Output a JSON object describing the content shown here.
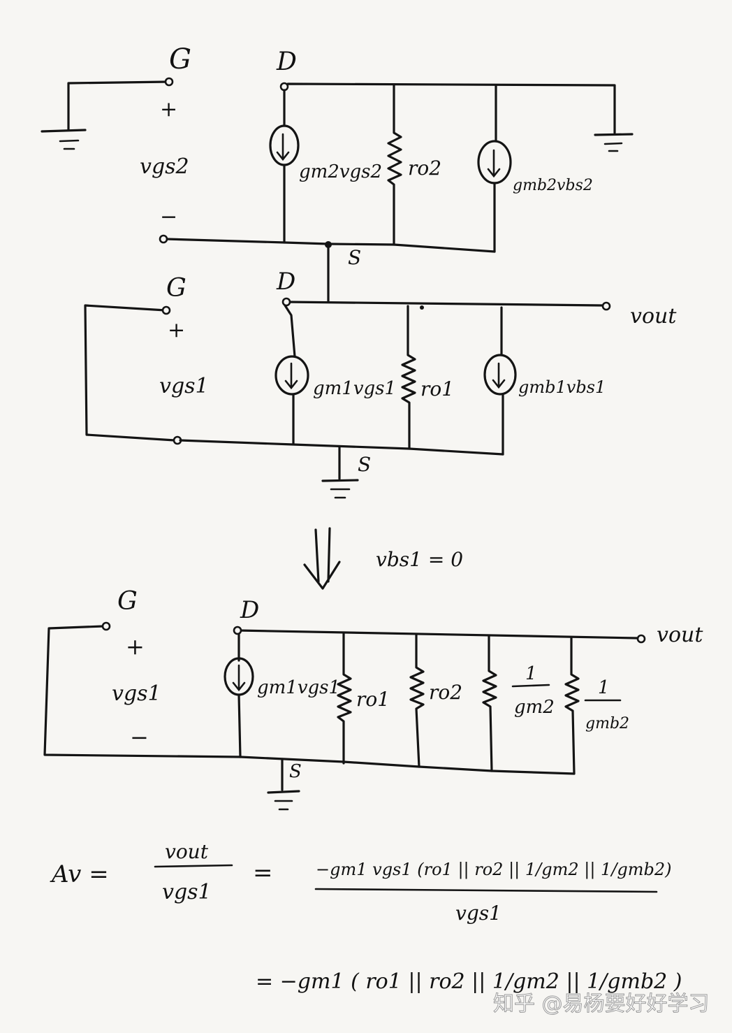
{
  "stage1_upper": {
    "gate": "G",
    "drain": "D",
    "source": "S",
    "plus": "+",
    "minus": "−",
    "vgs_label": "vgs2",
    "gm_label": "gm2vgs2",
    "ro_label": "ro2",
    "gmb_label": "gmb2vbs2"
  },
  "stage2_lower": {
    "gate": "G",
    "drain": "D",
    "source": "S",
    "plus": "+",
    "vgs_label": "vgs1",
    "gm_label": "gm1vgs1",
    "ro_label": "ro1",
    "gmb_label": "gmb1vbs1",
    "vout": "vout"
  },
  "transition": {
    "arrow": "⇓",
    "condition": "vbs1 = 0"
  },
  "simplified": {
    "gate": "G",
    "drain": "D",
    "source": "S",
    "plus": "+",
    "minus": "−",
    "vgs_label": "vgs1",
    "gm_label": "gm1vgs1",
    "ro1_label": "ro1",
    "ro2_label": "ro2",
    "gm2_num": "1",
    "gm2_den": "gm2",
    "gmb2_num": "1",
    "gmb2_den": "gmb2",
    "vout": "vout"
  },
  "equation": {
    "lhs": "Av =",
    "frac_num": "vout",
    "frac_den": "vgs1",
    "eq1": "=",
    "rhs_num": "−gm1 vgs1 (ro1 || ro2 || 1/gm2 || 1/gmb2)",
    "rhs_den": "vgs1",
    "line2": "= −gm1 ( ro1 || ro2 || 1/gm2 || 1/gmb2 )"
  },
  "watermark": "知乎 @易杨要好好学习"
}
